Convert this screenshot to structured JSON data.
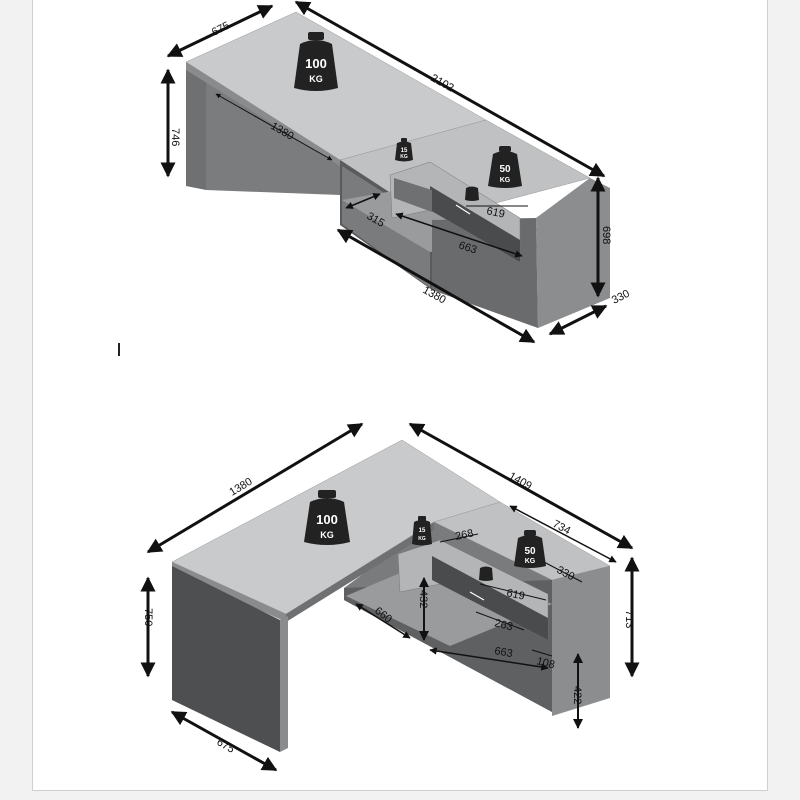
{
  "colors": {
    "top": "#c9cacb",
    "side": "#7b7c7e",
    "dark": "#4a4b4d",
    "front": "#9a9b9d",
    "weight": "#222222",
    "dim": "#111111"
  },
  "top_view": {
    "dims": {
      "depth": "675",
      "length": "2102",
      "height": "746",
      "inner_width": "1380",
      "shelf_gap": "315",
      "drawer_width": "619",
      "cabinet_inner": "663",
      "cabinet_height": "698",
      "cabinet_length": "1380",
      "cabinet_depth": "330"
    },
    "weights": {
      "desk_value": "100",
      "desk_unit": "KG",
      "drawer_value": "15",
      "drawer_unit": "KG",
      "cabinet_value": "50",
      "cabinet_unit": "KG"
    }
  },
  "bottom_view": {
    "dims": {
      "desk_length": "1380",
      "cabinet_length": "1409",
      "cabinet_top": "734",
      "shelf_inner": "268",
      "cabinet_depth": "330",
      "drawer_width": "619",
      "drawer_depth": "263",
      "height": "750",
      "cabinet_height": "713",
      "inner_height": "432",
      "inner_width": "663",
      "shelf_height": "108",
      "leg_depth": "675",
      "gap": "660",
      "bottom_height": "422"
    },
    "weights": {
      "desk_value": "100",
      "desk_unit": "KG",
      "drawer_value": "15",
      "drawer_unit": "KG",
      "cabinet_value": "50",
      "cabinet_unit": "KG"
    }
  }
}
